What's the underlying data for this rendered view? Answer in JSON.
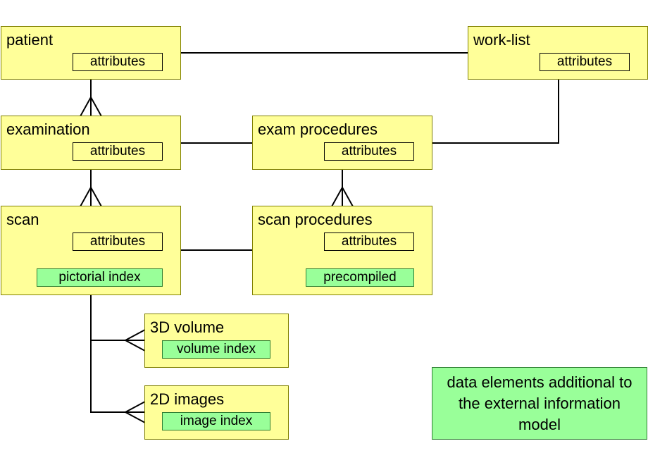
{
  "colors": {
    "entity_fill": "#ffff99",
    "extension_fill": "#99ff99",
    "line": "#000000"
  },
  "entities": {
    "patient": {
      "title": "patient",
      "attributes": "attributes"
    },
    "worklist": {
      "title": "work-list",
      "attributes": "attributes"
    },
    "examination": {
      "title": "examination",
      "attributes": "attributes"
    },
    "exam_procedures": {
      "title": "exam procedures",
      "attributes": "attributes"
    },
    "scan": {
      "title": "scan",
      "attributes": "attributes",
      "extra": "pictorial index"
    },
    "scan_procedures": {
      "title": "scan procedures",
      "attributes": "attributes",
      "extra": "precompiled"
    },
    "volume3d": {
      "title": "3D volume",
      "extra": "volume index"
    },
    "images2d": {
      "title": "2D images",
      "extra": "image index"
    }
  },
  "legend": {
    "text": "data elements additional to the external information model"
  },
  "relationships": [
    {
      "from": "patient",
      "to": "work-list",
      "kind": "one-to-one"
    },
    {
      "from": "patient",
      "to": "examination",
      "kind": "one-to-many"
    },
    {
      "from": "examination",
      "to": "exam procedures",
      "kind": "one-to-one"
    },
    {
      "from": "work-list",
      "to": "exam procedures",
      "kind": "one-to-one"
    },
    {
      "from": "examination",
      "to": "scan",
      "kind": "one-to-many"
    },
    {
      "from": "exam procedures",
      "to": "scan procedures",
      "kind": "one-to-many"
    },
    {
      "from": "scan",
      "to": "scan procedures",
      "kind": "one-to-one"
    },
    {
      "from": "scan",
      "to": "3D volume",
      "kind": "one-to-many"
    },
    {
      "from": "scan",
      "to": "2D images",
      "kind": "one-to-many"
    }
  ]
}
